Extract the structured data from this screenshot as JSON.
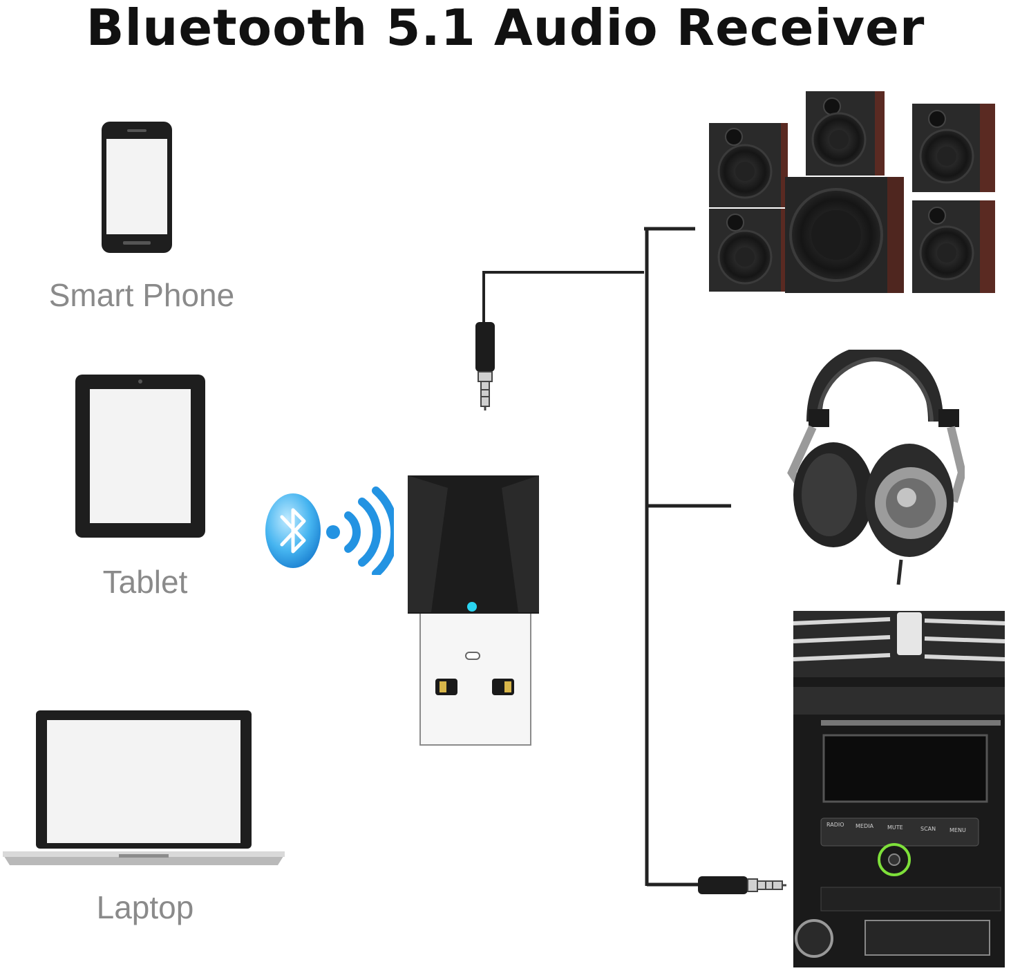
{
  "title": "Bluetooth 5.1 Audio Receiver",
  "sources": [
    {
      "label": "Smart Phone",
      "icon": "smartphone-icon"
    },
    {
      "label": "Tablet",
      "icon": "tablet-icon"
    },
    {
      "label": "Laptop",
      "icon": "laptop-icon"
    }
  ],
  "outputs": [
    {
      "icon": "speaker-system-icon"
    },
    {
      "icon": "headphones-icon"
    },
    {
      "icon": "car-stereo-icon"
    }
  ],
  "car_stereo_buttons": [
    "RADIO",
    "MEDIA",
    "MUTE",
    "SCAN",
    "MENU"
  ],
  "colors": {
    "bluetooth": "#1a8fe0",
    "led": "#2ad4f0",
    "aux_ring": "#7ee03a"
  }
}
